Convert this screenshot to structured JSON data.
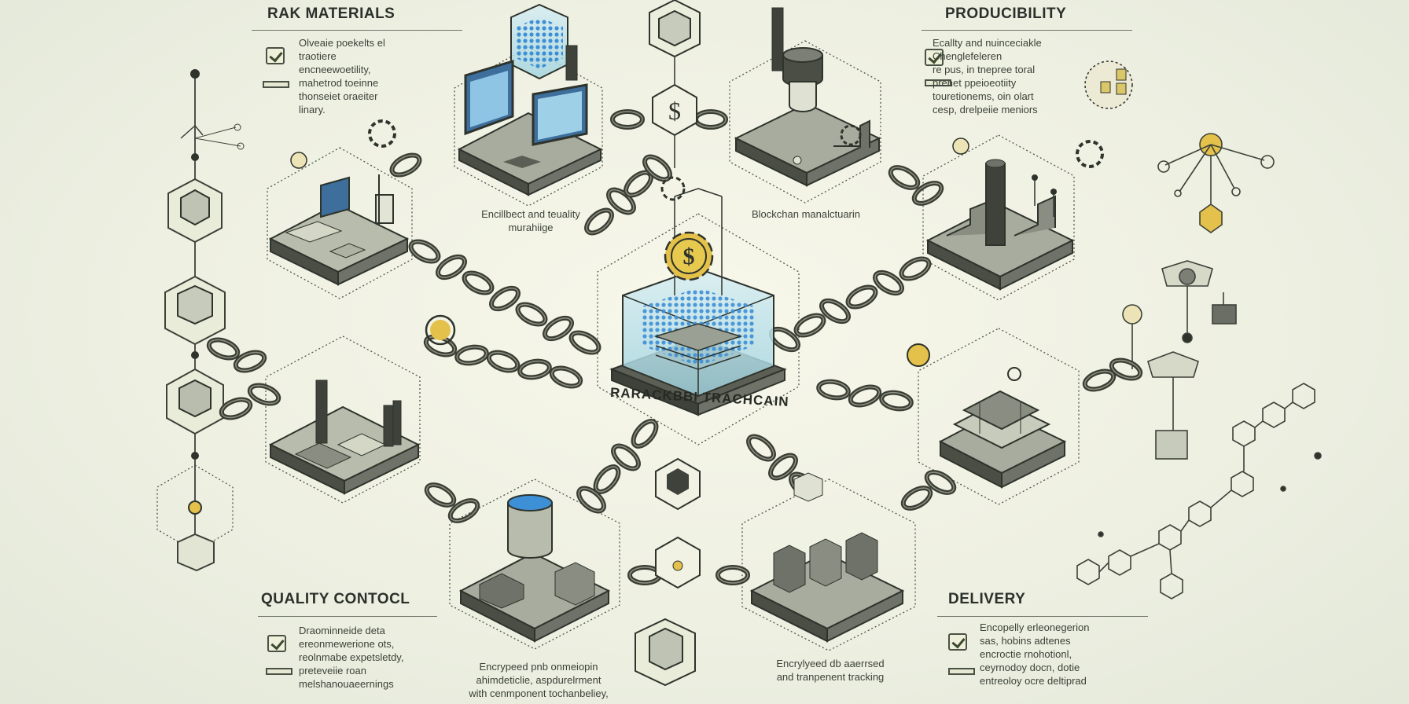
{
  "sections": {
    "raw_materials": {
      "title": "RAK MATERIALS",
      "note": [
        "Olveaie poekelts el",
        "traotiere",
        "encneewoetility,",
        "mahetrod toeinne",
        "thonseiet oraeiter",
        "linary."
      ]
    },
    "producibility": {
      "title": "PRODUCIBILITY",
      "note": [
        "Ecallty and nuinceciakle",
        "Chenglefeleren",
        "re pus, in tnepree toral",
        "prenet ppeioeotiity",
        "touretionems, oin olart",
        "cesp, drelpeiie meniors"
      ]
    },
    "quality_control": {
      "title": "QUALITY CONTOCL",
      "note": [
        "Draominneide deta",
        "ereonmewerione ots,",
        "reolnmabe expetsletdy,",
        "preteveiie roan",
        "melshanouaeernings"
      ]
    },
    "delivery": {
      "title": "DELIVERY",
      "note": [
        "Encopelly erleonegerion",
        "sas, hobins adtenes",
        "encroctie rnohotionl,",
        "ceyrnodoy docn, dotie",
        "entreoloy ocre deltiprad"
      ]
    }
  },
  "captions": {
    "left_monitor": [
      "Encillbect and teuality",
      "murahiige"
    ],
    "press": [
      "Blockchan manalctuarin"
    ],
    "bottom_left": [
      "Encrypeed pnb onmeiopin",
      "ahimdeticlie, aspdurelrment",
      "with cenmponent tochanbeliey,"
    ],
    "bottom_right": [
      "Encrylyeed db aaerrsed",
      "and tranpenent tracking"
    ]
  },
  "center_label": "RARACKBBI TRACHCAIN",
  "icons": {
    "currency": "$",
    "center_gear_symbol": "$"
  },
  "colors": {
    "background": "#eef0e2",
    "ink": "#2e332c",
    "chain": "#3a3d33",
    "glass": "#9fd3df",
    "blue_blocks": "#3d8fd6",
    "gold": "#e3c14a",
    "steel": "#7b7f76"
  }
}
